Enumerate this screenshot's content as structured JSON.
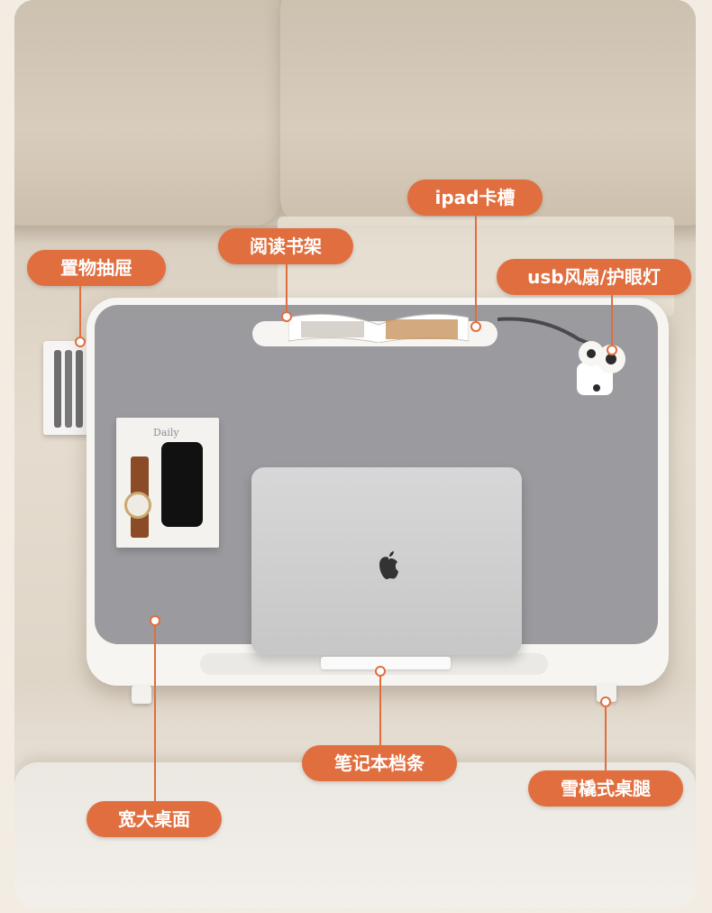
{
  "callouts": {
    "ipad": "ipad卡槽",
    "bookshelf": "阅读书架",
    "drawer": "置物抽屉",
    "lamp": "usb风扇/护眼灯",
    "laptop_bar": "笔记本档条",
    "legs": "雪橇式桌腿",
    "desktop": "宽大桌面"
  },
  "notepad": {
    "title": "Daily"
  },
  "colors": {
    "accent": "#e16e3e",
    "desk": "#f6f5f2",
    "mat": "#9b9a9e"
  },
  "icons": [
    "apple-logo-icon",
    "lamp-icon"
  ]
}
